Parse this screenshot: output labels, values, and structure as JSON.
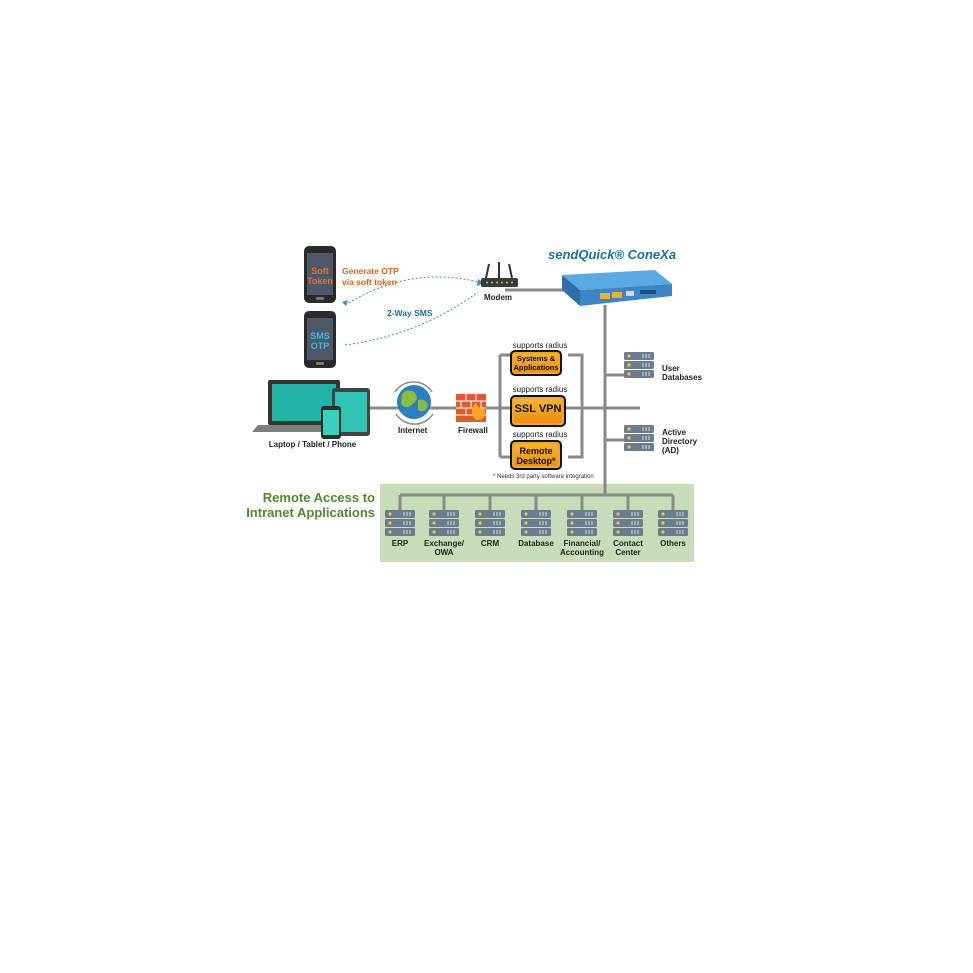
{
  "brand": {
    "logo_text": "sendQuick® ConeXa"
  },
  "phones": [
    {
      "screen_text": "Soft Token",
      "caption": "Generate OTP\nvia soft token"
    },
    {
      "screen_text": "SMS OTP"
    }
  ],
  "labels": {
    "two_way_sms": "2-Way SMS",
    "modem": "Modem",
    "devices": "Laptop / Tablet / Phone",
    "internet": "Internet",
    "firewall": "Firewall",
    "user_databases": "User\nDatabases",
    "active_directory": "Active\nDirectory\n(AD)",
    "remote_access_title": "Remote Access to\nIntranet Applications",
    "footnote": "* Needs 3rd party software integration"
  },
  "radius_apps": [
    {
      "supports": "supports radius",
      "name": "Systems &\nApplications"
    },
    {
      "supports": "supports radius",
      "name": "SSL VPN"
    },
    {
      "supports": "supports radius",
      "name": "Remote\nDesktop*"
    }
  ],
  "intranet_apps": [
    "ERP",
    "Exchange/\nOWA",
    "CRM",
    "Database",
    "Financial/\nAccounting",
    "Contact\nCenter",
    "Others"
  ],
  "colors": {
    "green_panel": "#c9dcb9",
    "green_title": "#4d8a32",
    "orange_text": "#e2621b",
    "blue_text": "#1c6fa3",
    "badge_orange": "#f0a020",
    "server_blue": "#6b7c8f",
    "line_gray": "#8a8a8a"
  }
}
